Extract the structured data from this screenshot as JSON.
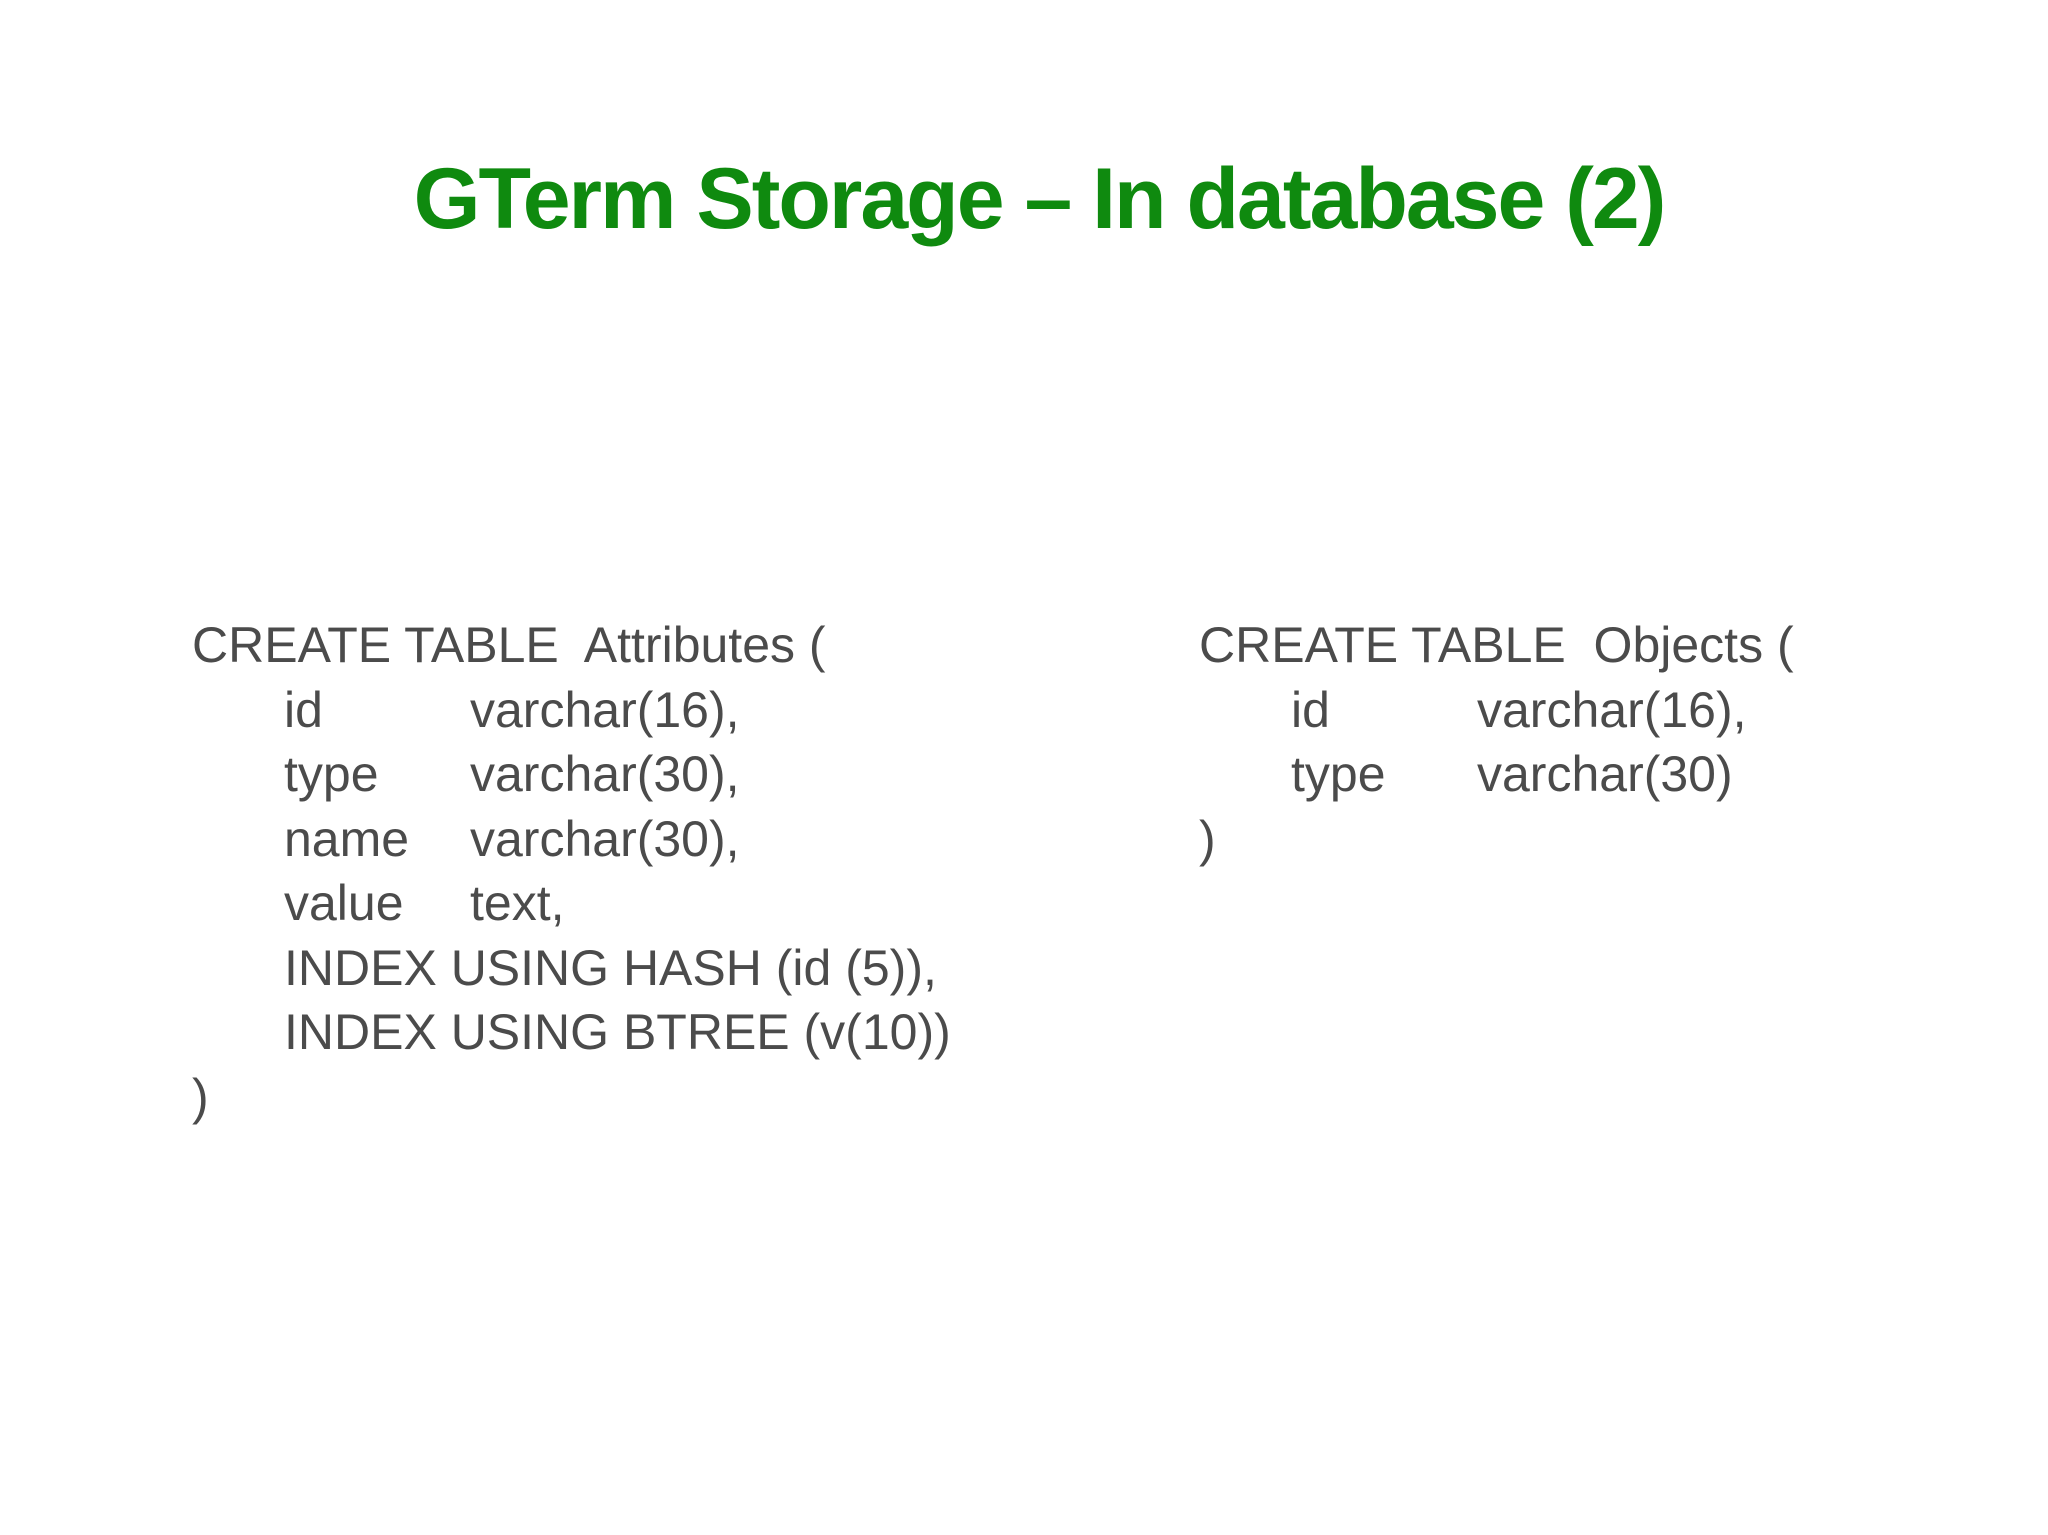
{
  "slide": {
    "title": "GTerm Storage – In database (2)",
    "accent_color": "#0f8a0f",
    "text_color": "#4b4b4b"
  },
  "attributes_table": {
    "header": "CREATE TABLE  Attributes (",
    "columns": [
      {
        "name": "id",
        "type": "varchar(16),"
      },
      {
        "name": "type",
        "type": "varchar(30),"
      },
      {
        "name": "name",
        "type": "varchar(30),"
      },
      {
        "name": "value",
        "type": "text,"
      }
    ],
    "indexes": [
      "INDEX USING HASH (id (5)),",
      "INDEX USING BTREE (v(10))"
    ],
    "close": ")"
  },
  "objects_table": {
    "header": "CREATE TABLE  Objects (",
    "columns": [
      {
        "name": "id",
        "type": "varchar(16),"
      },
      {
        "name": "type",
        "type": "varchar(30)"
      }
    ],
    "close": ")"
  }
}
